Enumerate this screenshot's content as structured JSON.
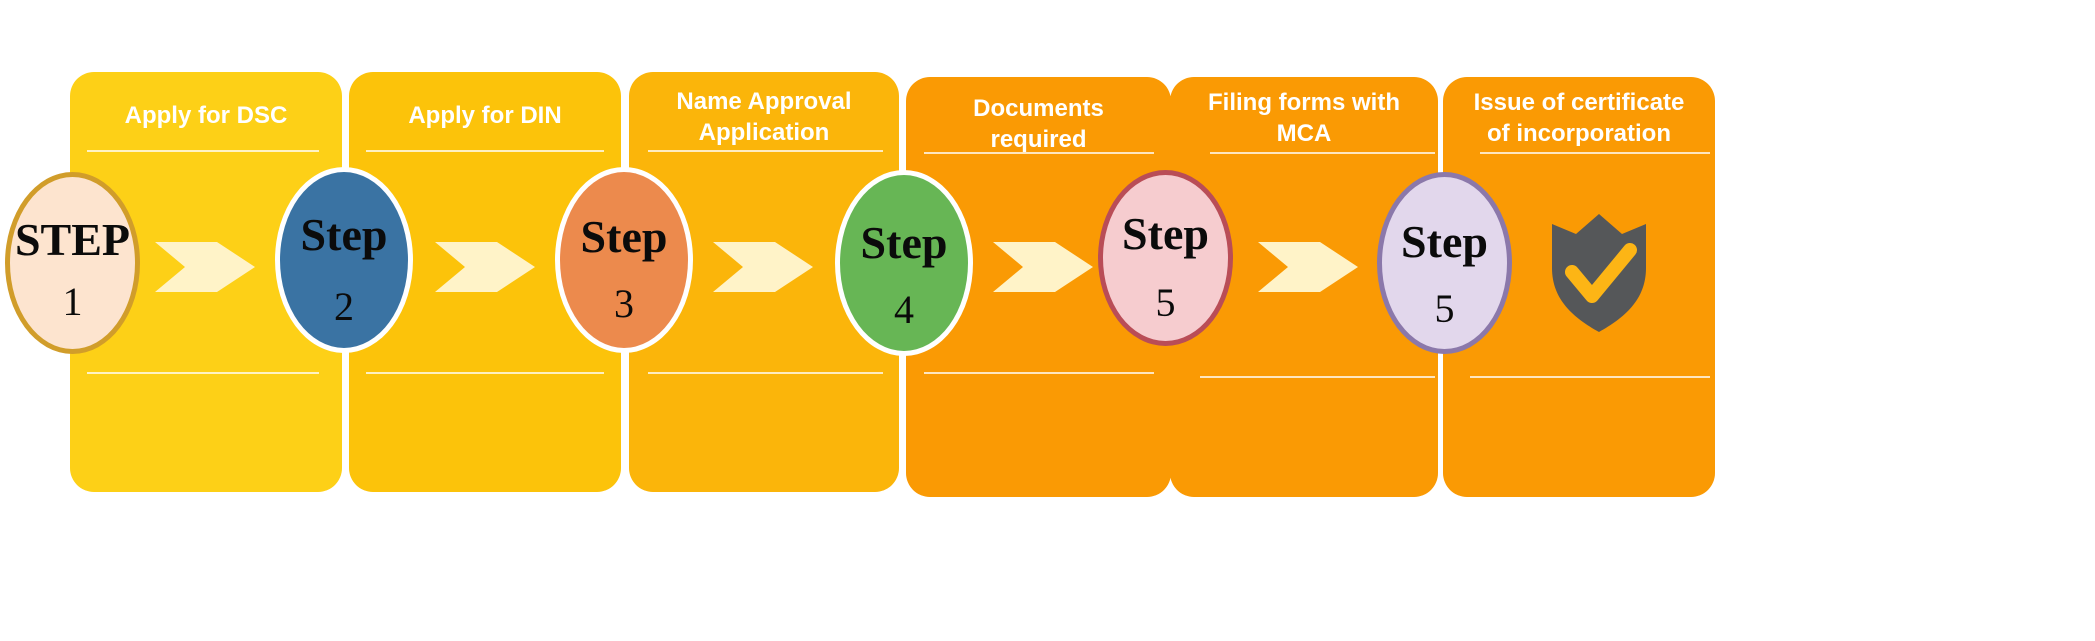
{
  "colors": {
    "panel_1": "#fdd017",
    "panel_2": "#fcc30a",
    "panel_3": "#fbb50a",
    "panel_4": "#fa9a04",
    "panel_5": "#fa9a04",
    "panel_6": "#fa9a04",
    "arrow": "#fff3c8",
    "shield": "#555759",
    "checkmark": "#fdb515"
  },
  "panels": [
    {
      "title": "Apply for DSC"
    },
    {
      "title": "Apply for DIN"
    },
    {
      "title": "Name Approval\nApplication"
    },
    {
      "title": "Documents\nrequired"
    },
    {
      "title": "Filing forms with\nMCA"
    },
    {
      "title": "Issue of certificate\nof incorporation"
    }
  ],
  "steps": [
    {
      "word": "STEP",
      "number": "1",
      "fill": "#fde4cf",
      "border": "#d19d2a"
    },
    {
      "word": "Step",
      "number": "2",
      "fill": "#3a73a3",
      "border": "#ffffff"
    },
    {
      "word": "Step",
      "number": "3",
      "fill": "#ec8a4d",
      "border": "#ffffff"
    },
    {
      "word": "Step",
      "number": "4",
      "fill": "#67b655",
      "border": "#ffffff"
    },
    {
      "word": "Step",
      "number": "5",
      "fill": "#f6cccf",
      "border": "#b94d57"
    },
    {
      "word": "Step",
      "number": "5",
      "fill": "#e2d7ec",
      "border": "#8b78aa"
    }
  ],
  "final_icon": "shield-check-icon"
}
